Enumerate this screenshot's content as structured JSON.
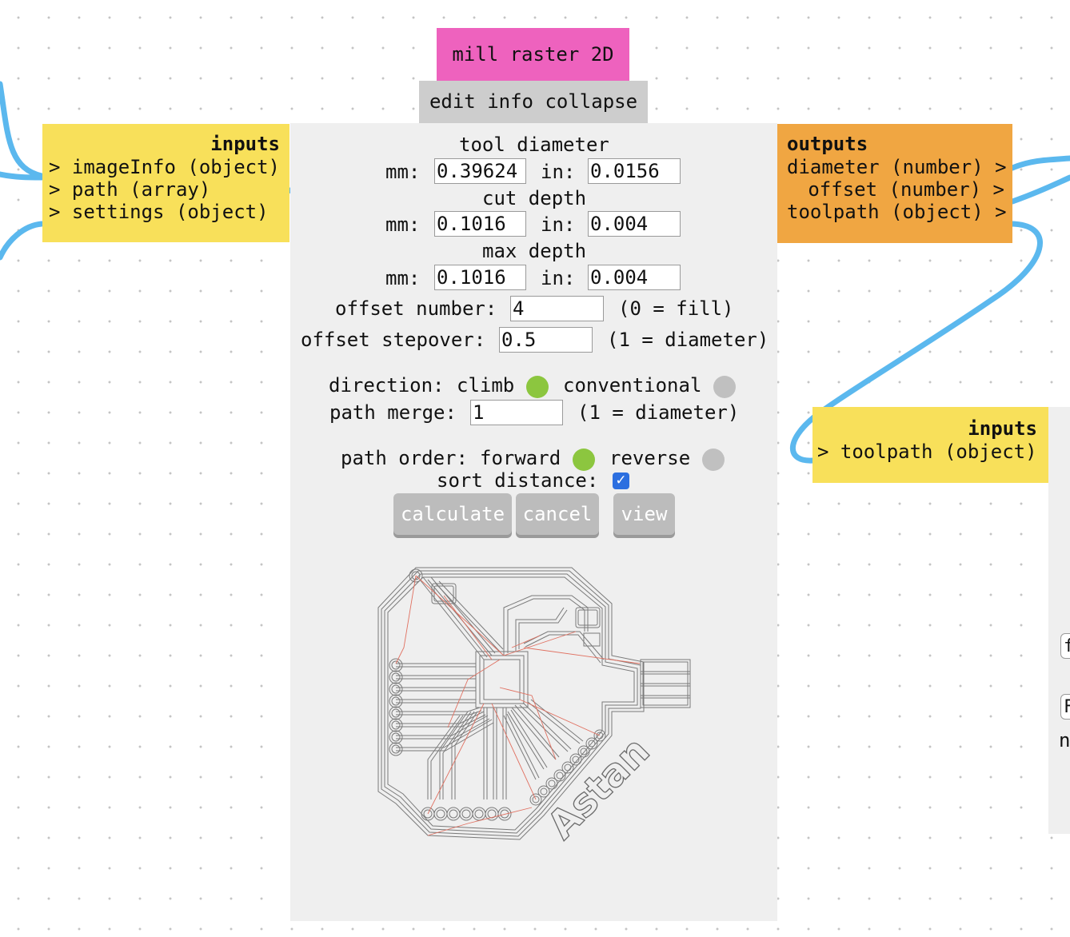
{
  "node_title": "mill raster 2D",
  "node_menu": "edit info collapse",
  "inputs": {
    "header": "inputs",
    "ports": [
      "> imageInfo (object)",
      "> path (array)",
      "> settings (object)"
    ]
  },
  "outputs": {
    "header": "outputs",
    "ports": [
      "diameter (number) >",
      "offset (number) >",
      "toolpath (object) >"
    ]
  },
  "next_node": {
    "inputs_header": "inputs",
    "ports": [
      "> toolpath (object)"
    ],
    "partial_input_1": "f",
    "partial_input_2": "F",
    "partial_text": "n"
  },
  "form": {
    "tool_diameter": {
      "label": "tool diameter",
      "mm_label": "mm:",
      "in_label": "in:",
      "mm": "0.39624",
      "in": "0.0156"
    },
    "cut_depth": {
      "label": "cut depth",
      "mm_label": "mm:",
      "in_label": "in:",
      "mm": "0.1016",
      "in": "0.004"
    },
    "max_depth": {
      "label": "max depth",
      "mm_label": "mm:",
      "in_label": "in:",
      "mm": "0.1016",
      "in": "0.004"
    },
    "offset_number": {
      "label": "offset number:",
      "value": "4",
      "hint": "(0 = fill)"
    },
    "offset_stepover": {
      "label": "offset stepover:",
      "value": "0.5",
      "hint": "(1 = diameter)"
    },
    "direction": {
      "label": "direction:",
      "option1": "climb",
      "option2": "conventional",
      "selected": "climb"
    },
    "path_merge": {
      "label": "path merge:",
      "value": "1",
      "hint": "(1 = diameter)"
    },
    "path_order": {
      "label": "path order:",
      "option1": "forward",
      "option2": "reverse",
      "selected": "forward"
    },
    "sort_distance": {
      "label": "sort distance:",
      "checked": true
    },
    "buttons": {
      "calculate": "calculate",
      "cancel": "cancel",
      "view": "view"
    }
  },
  "preview": {
    "label_text": "Astan"
  },
  "colors": {
    "title_bg": "#ee62be",
    "inputs_bg": "#f8e05a",
    "outputs_bg": "#f0a642",
    "panel_bg": "#efefef",
    "wire": "#5bb8ee",
    "radio_on": "#8cc63f",
    "radio_off": "#c0c0c0",
    "checkbox": "#2c6fe0"
  }
}
